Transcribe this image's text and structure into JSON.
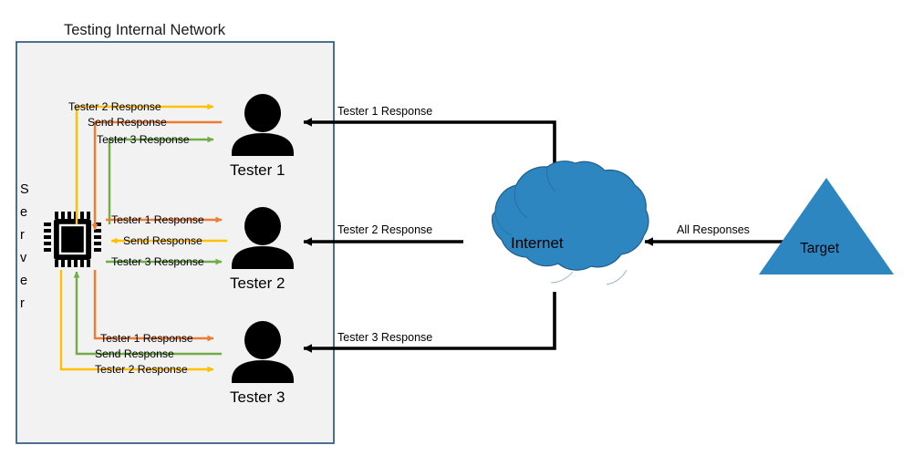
{
  "diagram": {
    "title": "Testing Internal Network",
    "colors": {
      "network_box_fill": "#F2F2F2",
      "network_box_border": "#1F4E79",
      "cloud_fill": "#2E86C1",
      "cloud_border": "#1F5E8B",
      "target_fill": "#2E86C1",
      "arrow_black": "#000000",
      "arrow_yellow": "#FFC000",
      "arrow_orange": "#ED7D31",
      "arrow_green": "#70AD47",
      "person_icon": "#000000",
      "server_icon": "#000000"
    },
    "network_box": {
      "label": "Testing Internal Network"
    },
    "server": {
      "label": "Server",
      "letters": [
        "S",
        "e",
        "r",
        "v",
        "e",
        "r"
      ],
      "icon": "cpu-chip-icon"
    },
    "nodes": [
      {
        "id": "tester1",
        "label": "Tester 1",
        "icon": "person-icon"
      },
      {
        "id": "tester2",
        "label": "Tester 2",
        "icon": "person-icon"
      },
      {
        "id": "tester3",
        "label": "Tester 3",
        "icon": "person-icon"
      },
      {
        "id": "internet",
        "label": "Internet",
        "icon": "cloud-icon"
      },
      {
        "id": "target",
        "label": "Target",
        "icon": "triangle-icon"
      }
    ],
    "internal_edges": {
      "tester1_group": [
        {
          "label": "Tester 2 Response",
          "color": "#FFC000",
          "direction": "server-to-tester"
        },
        {
          "label": "Send Response",
          "color": "#ED7D31",
          "direction": "tester-to-server"
        },
        {
          "label": "Tester 3 Response",
          "color": "#70AD47",
          "direction": "server-to-tester"
        }
      ],
      "tester2_group": [
        {
          "label": "Tester 1 Response",
          "color": "#ED7D31",
          "direction": "server-to-tester"
        },
        {
          "label": "Send Response",
          "color": "#FFC000",
          "direction": "tester-to-server"
        },
        {
          "label": "Tester 3 Response",
          "color": "#70AD47",
          "direction": "server-to-tester"
        }
      ],
      "tester3_group": [
        {
          "label": "Tester 1 Response",
          "color": "#ED7D31",
          "direction": "server-to-tester"
        },
        {
          "label": "Send Response",
          "color": "#70AD47",
          "direction": "tester-to-server"
        },
        {
          "label": "Tester 2 Response",
          "color": "#FFC000",
          "direction": "server-to-tester"
        }
      ]
    },
    "external_edges": [
      {
        "id": "edge-internet-tester1",
        "label": "Tester 1 Response",
        "color": "#000000",
        "from": "internet",
        "to": "tester1"
      },
      {
        "id": "edge-internet-tester2",
        "label": "Tester 2 Response",
        "color": "#000000",
        "from": "internet",
        "to": "tester2"
      },
      {
        "id": "edge-internet-tester3",
        "label": "Tester 3 Response",
        "color": "#000000",
        "from": "internet",
        "to": "tester3"
      },
      {
        "id": "edge-target-internet",
        "label": "All Responses",
        "color": "#000000",
        "from": "target",
        "to": "internet"
      }
    ]
  }
}
